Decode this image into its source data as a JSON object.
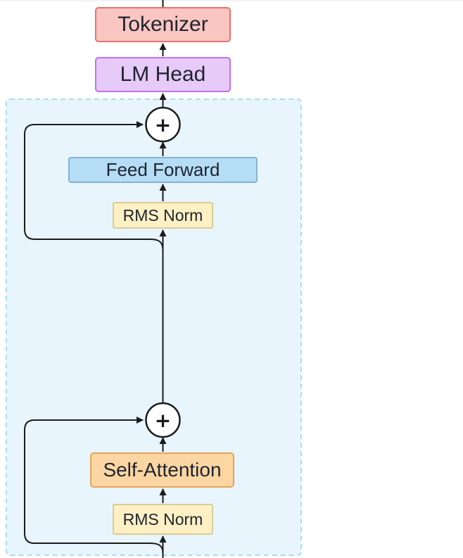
{
  "labels": {
    "tokenizer": "Tokenizer",
    "lm_head": "LM Head",
    "feed_forward": "Feed Forward",
    "rms_norm_top": "RMS Norm",
    "self_attention": "Self-Attention",
    "rms_norm_bottom": "RMS Norm"
  },
  "symbols": {
    "add": "+"
  },
  "colors": {
    "tokenizer_fill": "#f9c6c1",
    "tokenizer_border": "#e8736a",
    "lm_head_fill": "#e6caf7",
    "lm_head_border": "#c271ea",
    "feed_forward_fill": "#b5ddf6",
    "feed_forward_border": "#86b2d3",
    "rms_norm_fill": "#fdf0c4",
    "rms_norm_border": "#dbcb96",
    "self_attention_fill": "#fcd6a2",
    "self_attention_border": "#e3a45b",
    "block_fill": "#e8f5fd",
    "block_border": "#a9dcf2",
    "arrow": "#1b1b1b"
  }
}
